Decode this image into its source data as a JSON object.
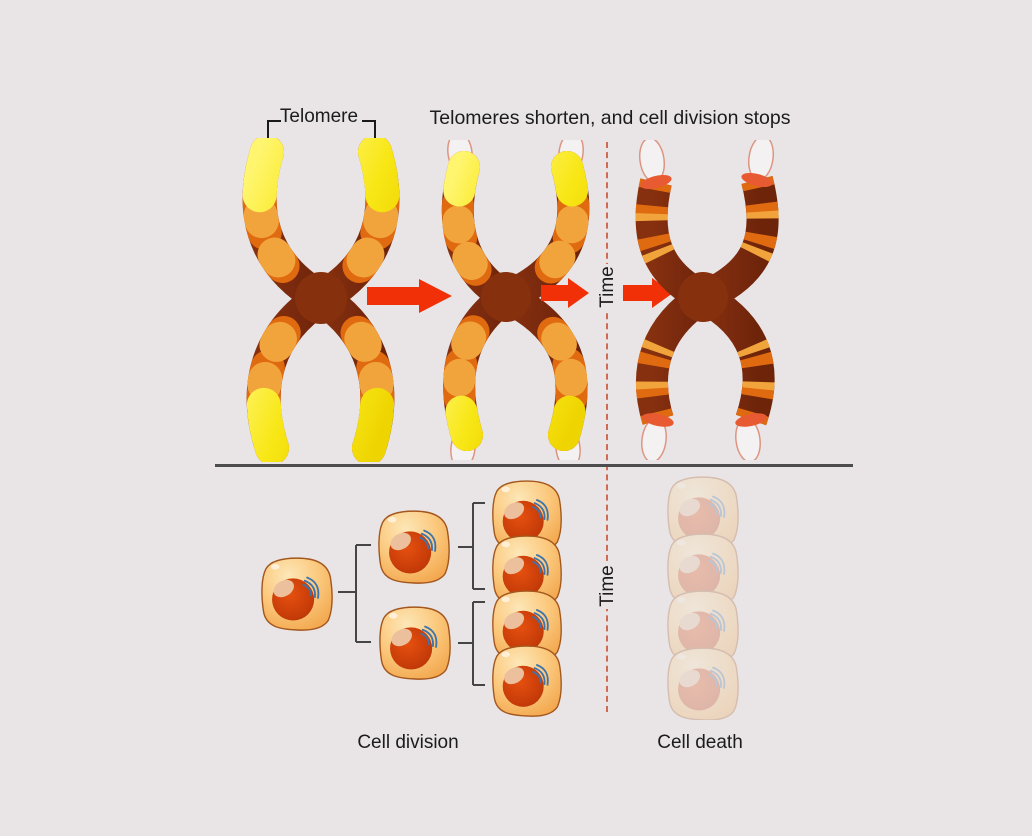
{
  "header": {
    "telomere_label": "Telomere",
    "title": "Telomeres shorten, and cell division stops"
  },
  "timeline": {
    "label_top": "Time",
    "label_bottom": "Time"
  },
  "sections": {
    "cell_division_label": "Cell division",
    "cell_death_label": "Cell death"
  },
  "diagram": {
    "stages": [
      "chromosome with full telomeres",
      "chromosome with shortened telomeres",
      "chromosome with lost telomeres"
    ],
    "cell_division_counts": [
      1,
      2,
      4
    ],
    "dead_cell_count": 4
  },
  "colors": {
    "background": "#e9e5e6",
    "arrow_red": "#f13008",
    "chromosome_body": "#7b2a0e",
    "band_orange": "#e06a10",
    "band_amber": "#f2a43c",
    "telomere_yellow": "#f6e51c",
    "lost_tip_red": "#e85a32",
    "telomere_outline_pink": "#dd9582",
    "time_dash": "#cf6a54",
    "cell_body_orange": "#fbc274",
    "nucleus_red": "#c33a08",
    "golgi_blue": "#3e74ab",
    "divider_gray": "#4d4d4d",
    "text": "#1c1c1c"
  }
}
